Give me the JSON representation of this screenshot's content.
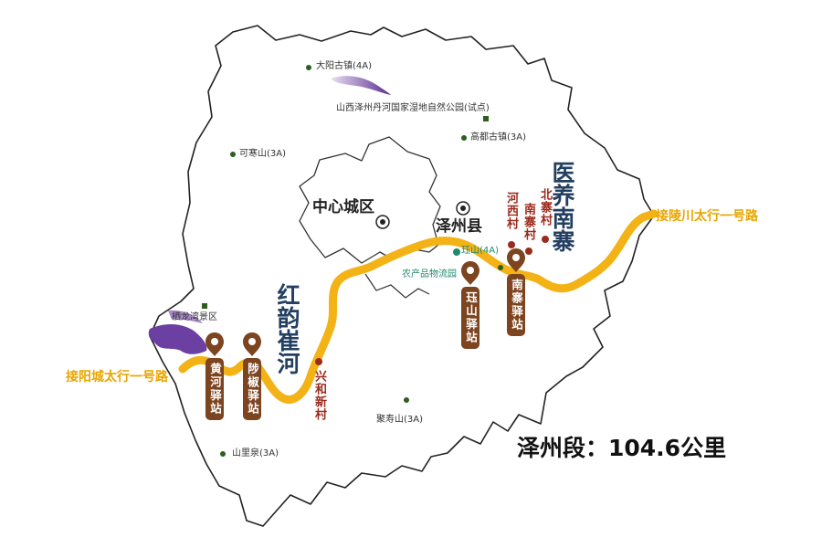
{
  "map": {
    "districts": {
      "center_city": "中心城区",
      "zezhou": "泽州县"
    },
    "routes": {
      "east_connection": "接陵川太行一号路",
      "west_connection": "接阳城太行一号路",
      "hongyun_cuihe": "红韵崔河",
      "yiyang_nanzhai": "医养南寨"
    },
    "stations": [
      {
        "name": "黄河驿站"
      },
      {
        "name": "陟椒驿站"
      },
      {
        "name": "珏山驿站"
      },
      {
        "name": "南寨驿站"
      }
    ],
    "villages": [
      {
        "name": "兴和新村"
      },
      {
        "name": "河西村"
      },
      {
        "name": "南寨村"
      },
      {
        "name": "北寨村"
      }
    ],
    "scenic_spots": [
      {
        "name": "大阳古镇(4A)"
      },
      {
        "name": "山西泽州丹河国家湿地自然公园(试点)"
      },
      {
        "name": "高都古镇(3A)"
      },
      {
        "name": "可寒山(3A)"
      },
      {
        "name": "珏山(4A)"
      },
      {
        "name": "农产品物流园"
      },
      {
        "name": "栖龙湾景区"
      },
      {
        "name": "聚寿山(3A)"
      },
      {
        "name": "山里泉(3A)"
      }
    ],
    "total_length": "泽州段：104.6公里"
  },
  "colors": {
    "route": "#f3b215",
    "station_bg": "#7d4420",
    "pin": "#7d4420",
    "village_text": "#9b2b1d",
    "title_blue": "#233f61",
    "scenic_dot": "#2e5d1f",
    "teal_dot": "#1f8a6d",
    "water_purple": "#6c3fa3"
  },
  "icons": {
    "city_marker": "concentric-circle-icon",
    "station_pin": "map-pin-icon",
    "scenic_marker": "green-dot-icon"
  }
}
